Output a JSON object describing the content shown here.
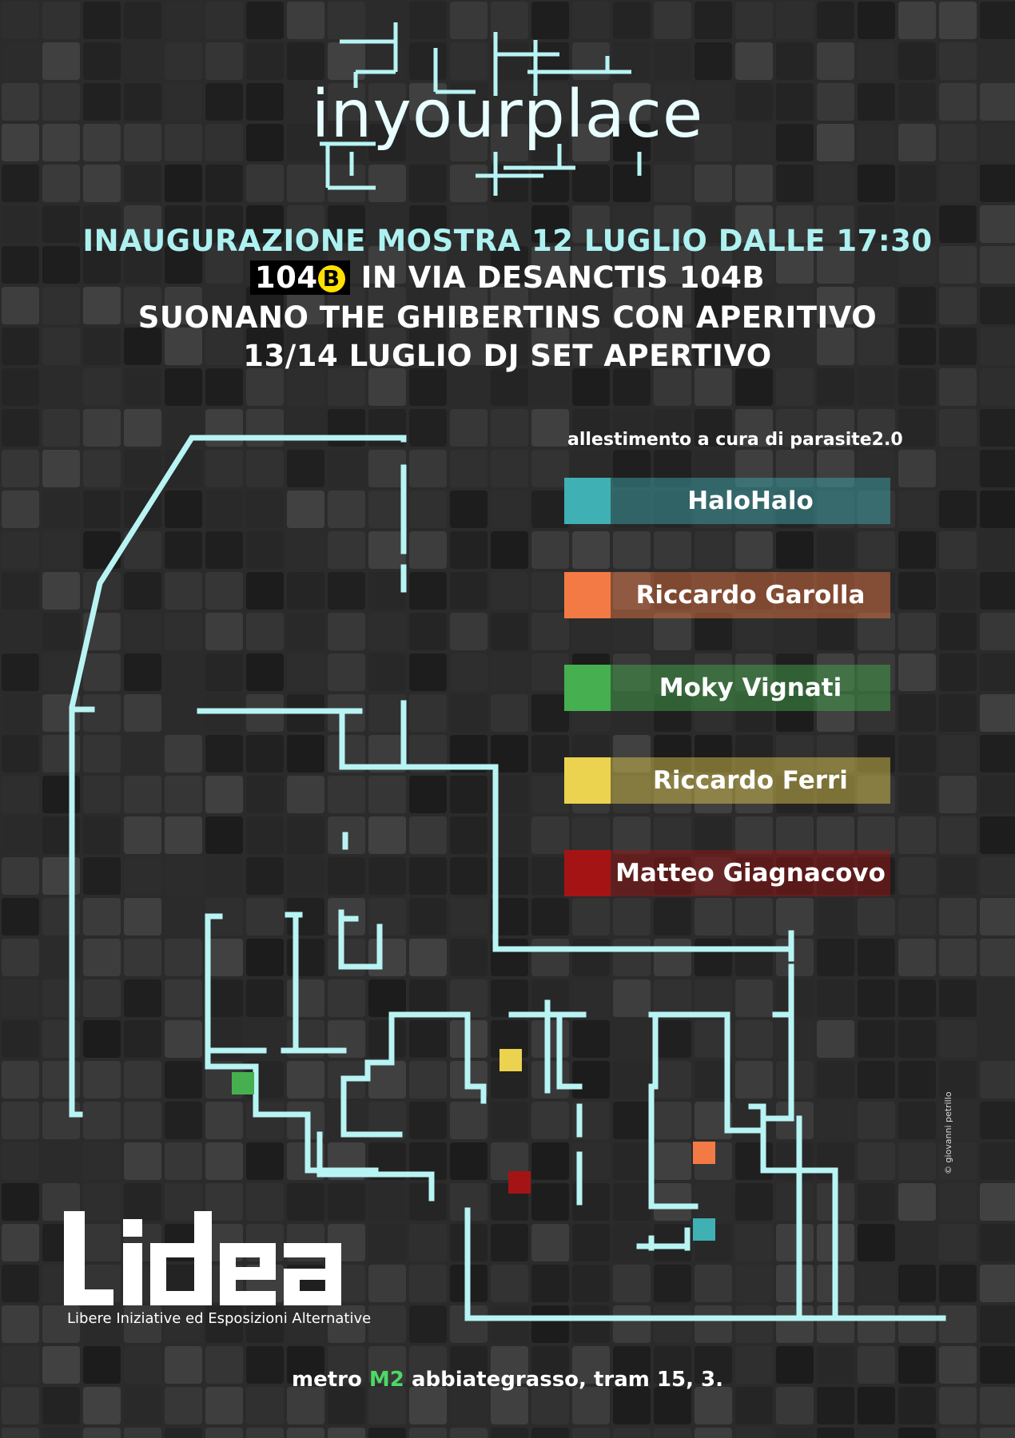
{
  "brand": {
    "title": "inyourplace",
    "accent_color": "#aef1f1",
    "plan_color": "#b8f4f4"
  },
  "event": {
    "line1": "INAUGURAZIONE MOSTRA 12 LUGLIO DALLE 17:30",
    "venue_badge_num": "104",
    "venue_badge_letter": "B",
    "line2": "IN VIA DESANCTIS 104B",
    "line3": "SUONANO THE GHIBERTINS CON APERITIVO",
    "line4": "13/14 LUGLIO  DJ SET APERTIVO"
  },
  "legend": {
    "curator": "allestimento a cura di parasite2.0",
    "artists": [
      {
        "name": "HaloHalo",
        "color": "#3fb0b4"
      },
      {
        "name": "Riccardo Garolla",
        "color": "#f47a45"
      },
      {
        "name": "Moky Vignati",
        "color": "#46b050"
      },
      {
        "name": "Riccardo Ferri",
        "color": "#ecd34f"
      },
      {
        "name": "Matteo Giagnacovo",
        "color": "#a51414"
      }
    ]
  },
  "organizer": {
    "logo": "Lidea",
    "subtitle": "Libere Iniziative ed Esposizioni Alternative"
  },
  "credit": "© giovanni petrillo",
  "footer": {
    "prefix": "metro",
    "metro_line": "M2",
    "suffix": "abbiategrasso, tram 15, 3."
  }
}
